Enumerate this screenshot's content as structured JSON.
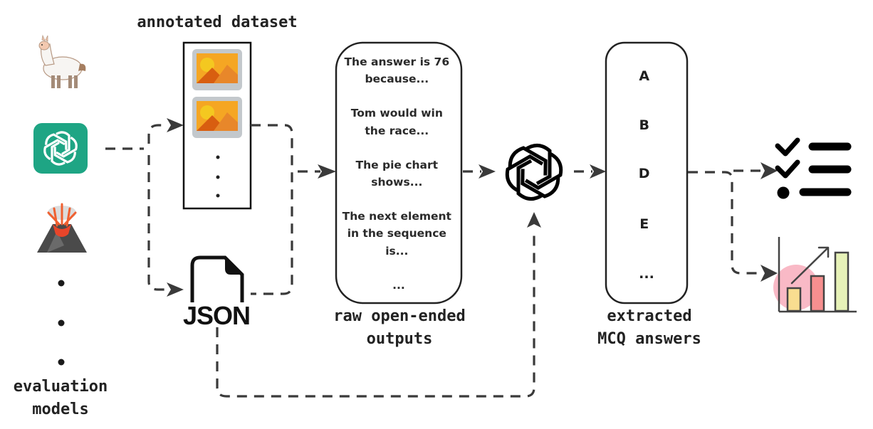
{
  "labels": {
    "dataset": "annotated dataset",
    "models": "evaluation\nmodels",
    "raw_outputs": "raw open-ended\noutputs",
    "extracted": "extracted\nMCQ answers"
  },
  "models": {
    "icons": [
      "llama-icon",
      "chatgpt-icon",
      "volcano-icon"
    ],
    "ellipsis_dots": 3
  },
  "dataset": {
    "image_icons": 2,
    "ellipsis_dots": 3
  },
  "json_file": {
    "label": "JSON"
  },
  "raw_outputs": {
    "lines": [
      [
        "The answer is 76",
        "because..."
      ],
      [
        "Tom would win",
        "the race..."
      ],
      [
        "The pie chart",
        "shows..."
      ],
      [
        "The next element",
        "in the sequence",
        "is..."
      ],
      [
        "..."
      ]
    ]
  },
  "extractor": {
    "icon": "openai-logo-icon"
  },
  "mcq_answers": {
    "items": [
      "A",
      "B",
      "D",
      "E",
      "..."
    ]
  },
  "results": {
    "icons": [
      "checklist-icon",
      "bar-chart-icon"
    ]
  },
  "colors": {
    "line": "#3a3a3a",
    "chatgpt_green": "#1ea584",
    "image_orange": "#f5a623",
    "image_dark": "#d85e10",
    "image_frame": "#c3c8cc",
    "sun": "#f4c820"
  }
}
